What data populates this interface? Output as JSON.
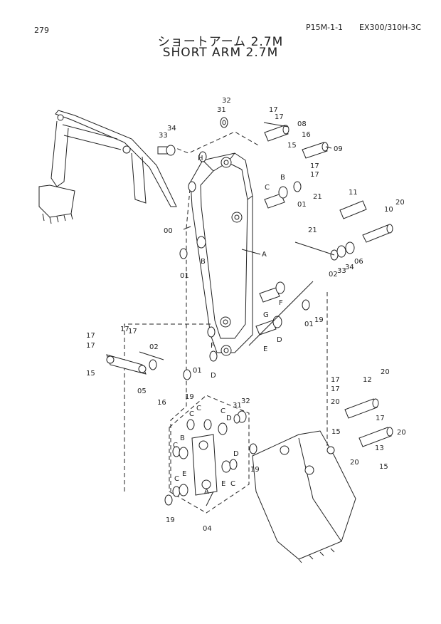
{
  "header": {
    "page_number": "279",
    "page_code": "P15M-1-1",
    "model": "EX300/310H-3C",
    "title_ja": "ショートアーム 2.7M",
    "title_en": "SHORT ARM 2.7M"
  },
  "callouts": {
    "c00": "00",
    "c01a": "01",
    "c01b": "01",
    "c01c": "01",
    "c01d": "01",
    "c02a": "02",
    "c02b": "02",
    "c04": "04",
    "c05": "05",
    "c06": "06",
    "c08": "08",
    "c09": "09",
    "c10": "10",
    "c11": "11",
    "c12": "12",
    "c13": "13",
    "c15a": "15",
    "c15b": "15",
    "c15c": "15",
    "c15d": "15",
    "c16a": "16",
    "c16b": "16",
    "c17a": "17",
    "c17b": "17",
    "c17c": "17",
    "c17d": "17",
    "c17e": "17",
    "c17f": "17",
    "c17g": "17",
    "c17h": "17",
    "c17i": "17",
    "c17j": "17",
    "c17k": "17",
    "c19a": "19",
    "c19b": "19",
    "c19c": "19",
    "c19d": "19",
    "c20a": "20",
    "c20b": "20",
    "c20c": "20",
    "c20d": "20",
    "c20e": "20",
    "c21a": "21",
    "c21b": "21",
    "c31a": "31",
    "c31b": "31",
    "c32a": "32",
    "c32b": "32",
    "c33a": "33",
    "c33b": "33",
    "c34a": "34",
    "c34b": "34",
    "cA1": "A",
    "cA2": "A",
    "cB1": "B",
    "cB2": "B",
    "cB3": "B",
    "cC1": "C",
    "cC2": "C",
    "cC3": "C",
    "cC4": "C",
    "cC5": "C",
    "cC6": "C",
    "cD1": "D",
    "cD2": "D",
    "cD3": "D",
    "cD4": "D",
    "cE1": "E",
    "cE2": "E",
    "cE3": "E",
    "cF1": "F",
    "cF2": "F",
    "cG1": "G",
    "cH1": "H"
  }
}
